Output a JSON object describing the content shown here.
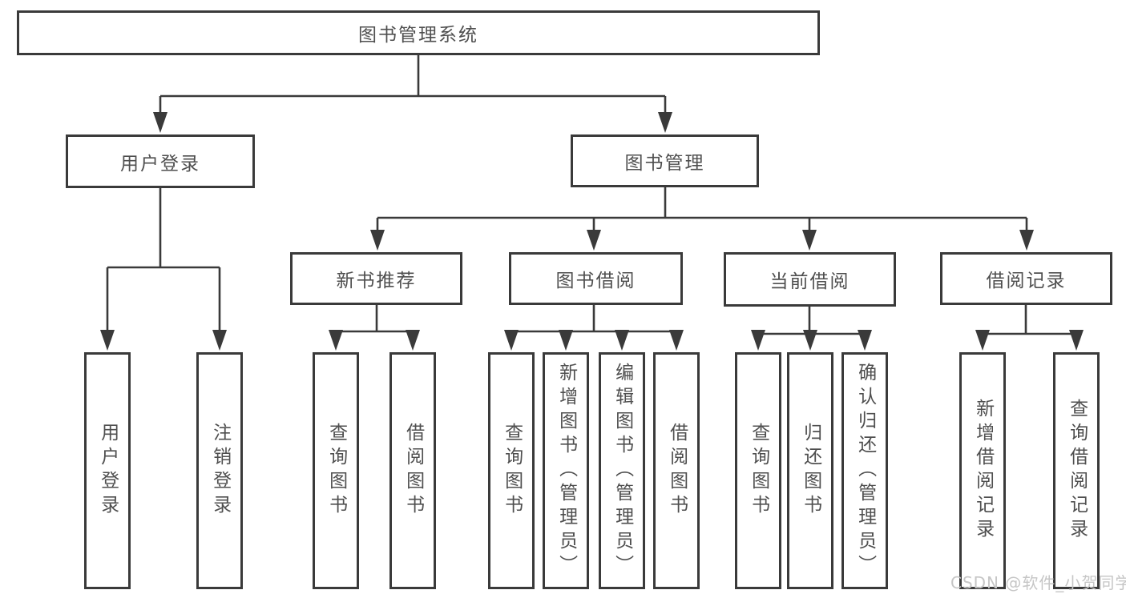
{
  "diagram_title": "图书管理系统",
  "nodes": {
    "root": "图书管理系统",
    "level2": {
      "user": "用户登录",
      "book": "图书管理"
    },
    "level3": {
      "recommend": "新书推荐",
      "borrow": "图书借阅",
      "current": "当前借阅",
      "record": "借阅记录"
    },
    "leaves": {
      "user_login": "用户登录",
      "user_logout": "注销登录",
      "rec_query": "查询图书",
      "rec_borrow": "借阅图书",
      "bor_query": "查询图书",
      "bor_add": "新增图书（管理员）",
      "bor_edit": "编辑图书（管理员）",
      "bor_borrow": "借阅图书",
      "cur_query": "查询图书",
      "cur_return": "归还图书",
      "cur_confirm": "确认归还（管理员）",
      "log_add": "新增借阅记录",
      "log_query": "查询借阅记录"
    }
  },
  "hierarchy": {
    "图书管理系统": {
      "用户登录": [
        "用户登录",
        "注销登录"
      ],
      "图书管理": {
        "新书推荐": [
          "查询图书",
          "借阅图书"
        ],
        "图书借阅": [
          "查询图书",
          "新增图书（管理员）",
          "编辑图书（管理员）",
          "借阅图书"
        ],
        "当前借阅": [
          "查询图书",
          "归还图书",
          "确认归还（管理员）"
        ],
        "借阅记录": [
          "新增借阅记录",
          "查询借阅记录"
        ]
      }
    }
  },
  "watermark": "CSDN @软件_小贺同学",
  "colors": {
    "line": "#3a3a3a",
    "box_border": "#3a3a3a",
    "box_fill": "#ffffff",
    "text": "#4f4f4f",
    "watermark": "#c6c6c6",
    "background": "#ffffff"
  }
}
